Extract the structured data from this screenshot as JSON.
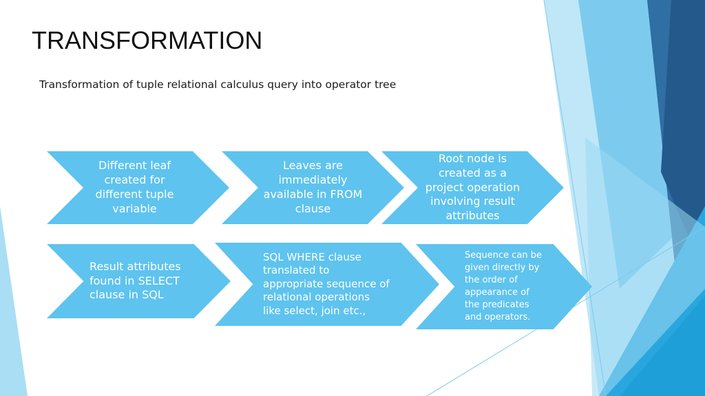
{
  "slide": {
    "title": "TRANSFORMATION",
    "subtitle": "Transformation of tuple relational calculus query into operator tree"
  },
  "steps": [
    {
      "text": "Different leaf\ncreated for\ndifferent tuple\nvariable"
    },
    {
      "text": "Leaves are\nimmediately\navailable in FROM\nclause"
    },
    {
      "text": "Root node is\ncreated as a\nproject operation\ninvolving result\nattributes"
    },
    {
      "text": "Result attributes\nfound in SELECT\nclause in SQL"
    },
    {
      "text": "SQL WHERE clause\ntranslated to\nappropriate sequence of\nrelational operations\nlike select, join etc.,"
    },
    {
      "text": "Sequence can be\ngiven directly by\nthe order of\nappearance of\nthe predicates\nand operators."
    }
  ],
  "colors": {
    "chevron_fill": "#5ec3ee",
    "chevron_text": "#ffffff",
    "accent_dark": "#2b6aa0",
    "accent_mid": "#2aa3dc",
    "accent_light": "#8fd3f2"
  }
}
